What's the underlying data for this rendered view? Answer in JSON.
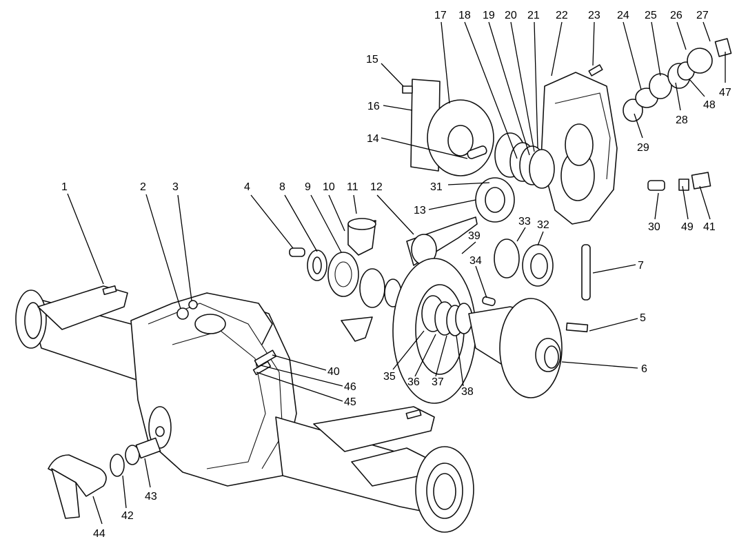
{
  "callouts": {
    "c1": "1",
    "c2": "2",
    "c3": "3",
    "c4": "4",
    "c5": "5",
    "c6": "6",
    "c7": "7",
    "c8": "8",
    "c9": "9",
    "c10": "10",
    "c11": "11",
    "c12": "12",
    "c13": "13",
    "c14": "14",
    "c15": "15",
    "c16": "16",
    "c17": "17",
    "c18": "18",
    "c19": "19",
    "c20": "20",
    "c21": "21",
    "c22": "22",
    "c23": "23",
    "c24": "24",
    "c25": "25",
    "c26": "26",
    "c27": "27",
    "c28": "28",
    "c29": "29",
    "c30": "30",
    "c31": "31",
    "c32": "32",
    "c33": "33",
    "c34": "34",
    "c35": "35",
    "c36": "36",
    "c37": "37",
    "c38": "38",
    "c39": "39",
    "c40": "40",
    "c41": "41",
    "c42": "42",
    "c43": "43",
    "c44": "44",
    "c45": "45",
    "c46": "46",
    "c47": "47",
    "c48": "48",
    "c49": "49"
  }
}
